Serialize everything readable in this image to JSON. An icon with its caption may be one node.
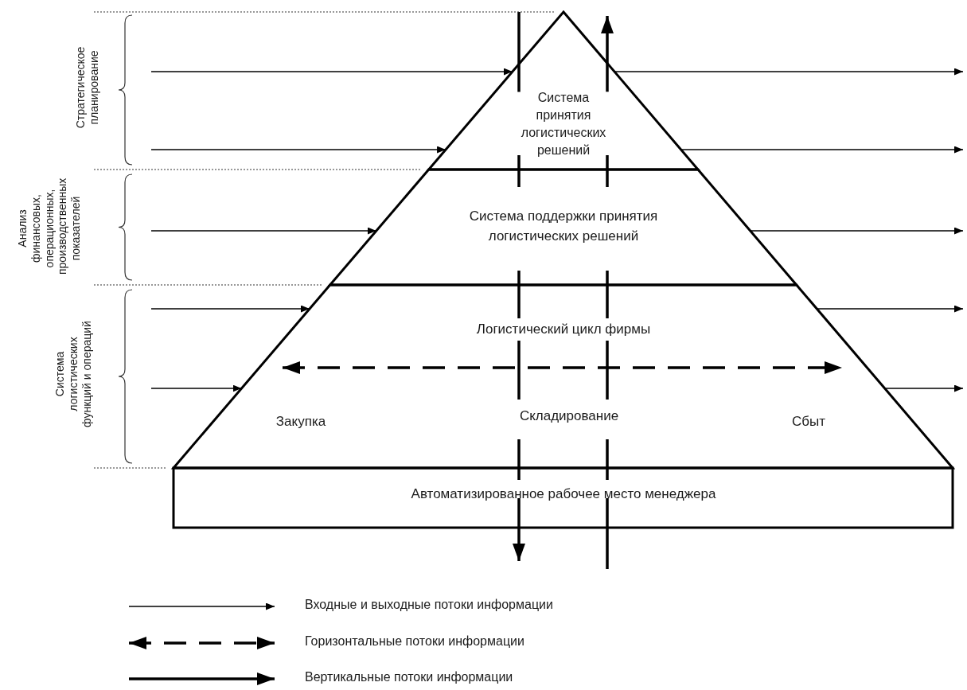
{
  "diagram": {
    "nodes": [
      {
        "text": [
          "Система принятия логистических решений"
        ]
      },
      {
        "text": [
          "Система поддержки принятия логистических решений"
        ]
      },
      {
        "text": [
          "Логистический цикл фирмы"
        ]
      },
      {
        "text": [
          "Закупка"
        ],
        "in": 2
      },
      {
        "text": [
          "Складирование"
        ],
        "in": 2
      },
      {
        "text": [
          "Сбыт"
        ],
        "in": 2
      },
      {
        "text": [
          "Автоматизированное рабочее место менеджера"
        ]
      }
    ],
    "edges": [
      {
        "from": null,
        "to": 0,
        "arrow": "to"
      },
      {
        "from": null,
        "to": 0,
        "arrow": "to"
      },
      {
        "from": null,
        "to": 1,
        "arrow": "to"
      },
      {
        "from": null,
        "to": 2,
        "arrow": "to"
      },
      {
        "from": null,
        "to": 2,
        "arrow": "to"
      },
      {
        "from": 0,
        "to": null,
        "arrow": "to"
      },
      {
        "from": 0,
        "to": null,
        "arrow": "to"
      },
      {
        "from": 1,
        "to": null,
        "arrow": "to"
      },
      {
        "from": 2,
        "to": null,
        "arrow": "to"
      },
      {
        "from": 2,
        "to": null,
        "arrow": "to"
      },
      {
        "from": 3,
        "to": 5,
        "arrow": "both",
        "style": "dashed"
      },
      {
        "from": null,
        "to": 0,
        "arrow": "none"
      },
      {
        "from": 0,
        "to": 1,
        "arrow": "none"
      },
      {
        "from": 1,
        "to": 2,
        "arrow": "none"
      },
      {
        "from": 2,
        "to": 4,
        "arrow": "none"
      },
      {
        "from": 4,
        "to": 6,
        "arrow": "none"
      },
      {
        "from": 6,
        "to": null,
        "arrow": "to"
      },
      {
        "from": null,
        "to": 6,
        "arrow": "none"
      },
      {
        "from": 6,
        "to": 4,
        "arrow": "none"
      },
      {
        "from": 4,
        "to": 2,
        "arrow": "none"
      },
      {
        "from": 1,
        "to": 2,
        "arrow": "none"
      },
      {
        "from": 1,
        "to": 0,
        "arrow": "none"
      },
      {
        "from": 0,
        "to": null,
        "arrow": "to"
      }
    ],
    "labels": [
      "Стратегическое планирование",
      "Анализ финансовых, операционных, производственных показателей",
      "Система логистических функций и операций"
    ],
    "legend": [
      {
        "text": "Входные и выходные потоки информации"
      },
      {
        "text": "Горизонтальные потоки информации"
      },
      {
        "text": "Вертикальные потоки информации"
      }
    ]
  }
}
